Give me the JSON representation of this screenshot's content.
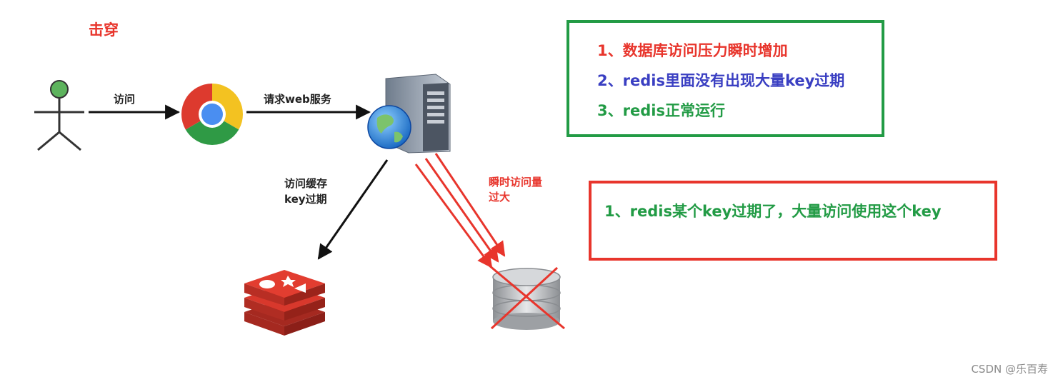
{
  "title": "击穿",
  "nodes": {
    "user": "user-icon",
    "browser": "chrome-icon",
    "server": "web-server-icon",
    "cache": "redis-icon",
    "database": "database-icon"
  },
  "edges": {
    "user_to_browser": "访问",
    "browser_to_server": "请求web服务",
    "server_to_cache_line1": "访问缓存",
    "server_to_cache_line2": "key过期",
    "server_to_db_line1": "瞬时访问量",
    "server_to_db_line2": "过大"
  },
  "green_box": {
    "items": [
      {
        "text": "1、数据库访问压力瞬时增加",
        "color": "#e8352c"
      },
      {
        "text": "2、redis里面没有出现大量key过期",
        "color": "#3a3fc2"
      },
      {
        "text": "3、redis正常运行",
        "color": "#229b45"
      }
    ]
  },
  "red_box": {
    "item": "1、redis某个key过期了，大量访问使用这个key",
    "color": "#229b45"
  },
  "watermark": "CSDN @乐百寿"
}
